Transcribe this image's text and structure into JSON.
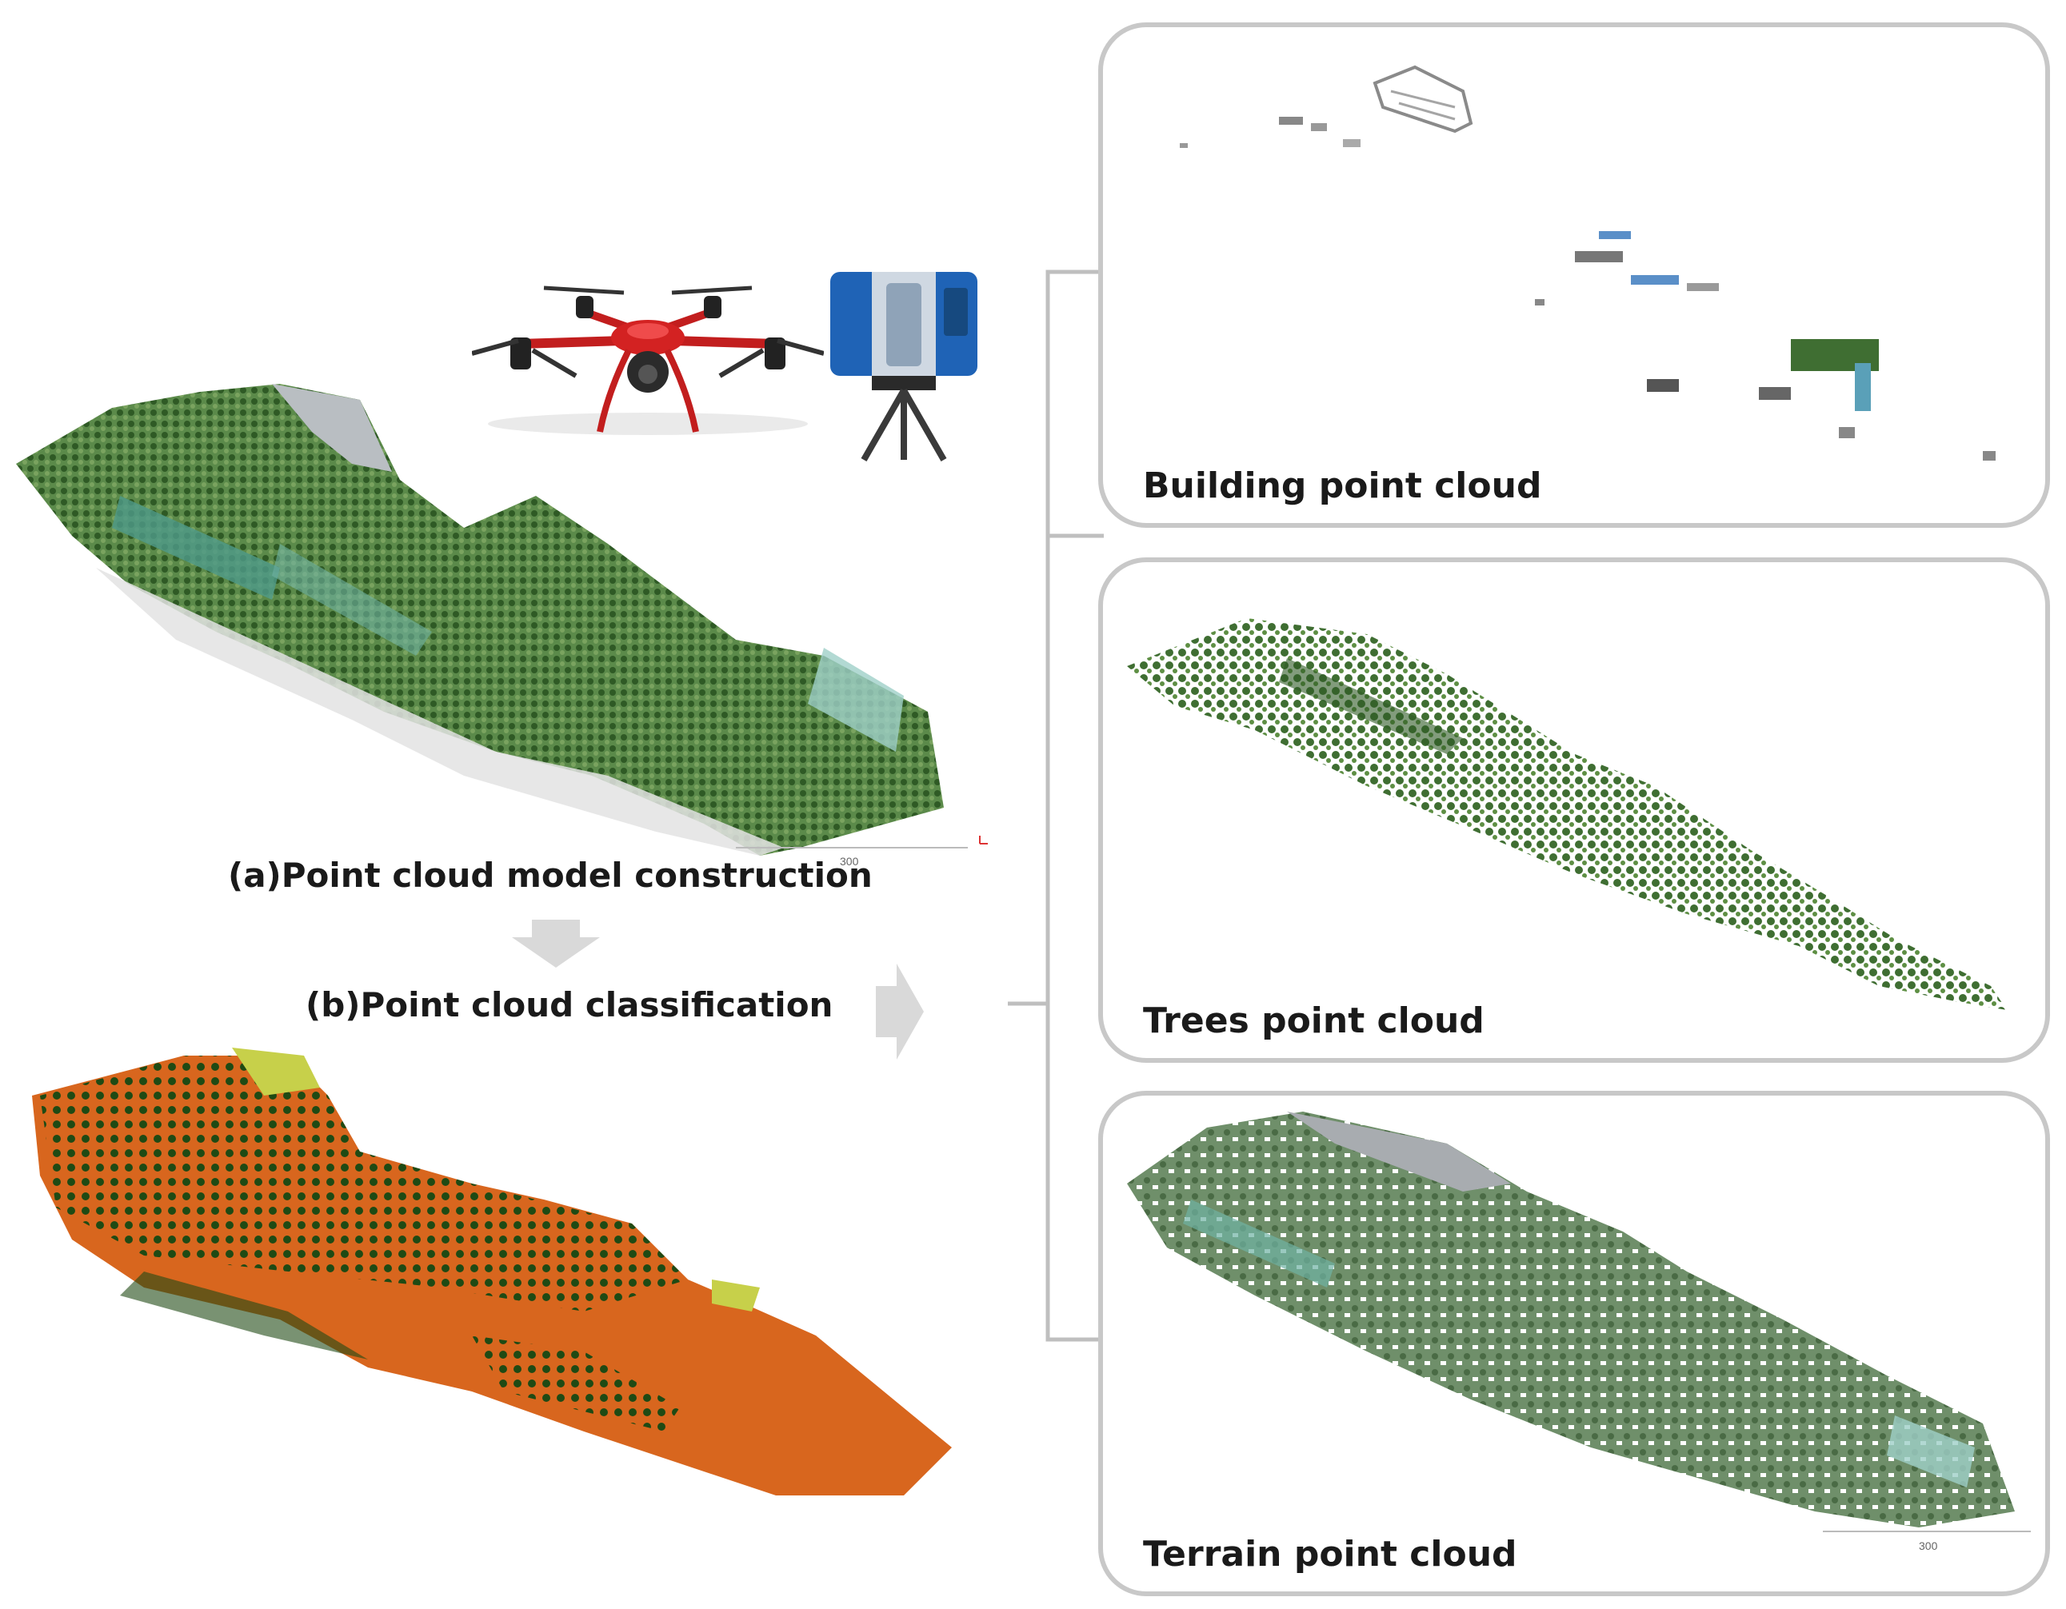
{
  "left": {
    "caption_a": "(a)Point cloud model construction",
    "caption_b": "(b)Point cloud classification",
    "scale_label": "300"
  },
  "panels": [
    {
      "label": "Building point cloud"
    },
    {
      "label": "Trees point cloud"
    },
    {
      "label": "Terrain point cloud",
      "scale_label": "300"
    }
  ],
  "colors": {
    "panel_border": "#c8c8c8",
    "arrow": "#d9d9d9",
    "vegetation": "#3f6e32",
    "classified_ground": "#d8661e",
    "classified_trees": "#1f4a14",
    "drone_red": "#d32222",
    "scanner_blue": "#1f63b6"
  },
  "icons": [
    "drone-icon",
    "laser-scanner-icon",
    "down-arrow-icon",
    "right-arrow-icon"
  ]
}
